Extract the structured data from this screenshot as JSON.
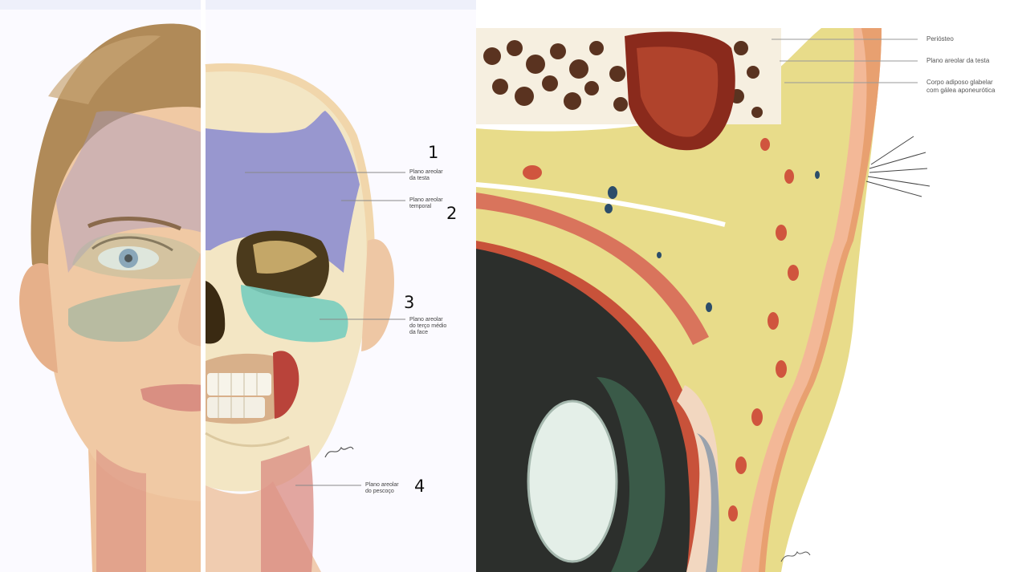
{
  "left_panel": {
    "regions": [
      {
        "number": "1",
        "label_line1": "Plano areolar",
        "label_line2": "da testa",
        "color": "#8e8ed0"
      },
      {
        "number": "2",
        "label_line1": "Plano areolar",
        "label_line2": "temporal",
        "color": "#8e8ed0"
      },
      {
        "number": "3",
        "label_line1": "Plano areolar",
        "label_line2": "do terço médio",
        "label_line3": "da face",
        "color": "#78cdbf"
      },
      {
        "number": "4",
        "label_line1": "Plano areolar",
        "label_line2": "do pescoço",
        "color": "#d98a80"
      }
    ]
  },
  "right_panel": {
    "labels": [
      {
        "line1": "Periósteo"
      },
      {
        "line1": "Plano areolar da testa"
      },
      {
        "line1": "Corpo adiposo glabelar",
        "line2": "com gálea aponeurótica"
      }
    ]
  }
}
